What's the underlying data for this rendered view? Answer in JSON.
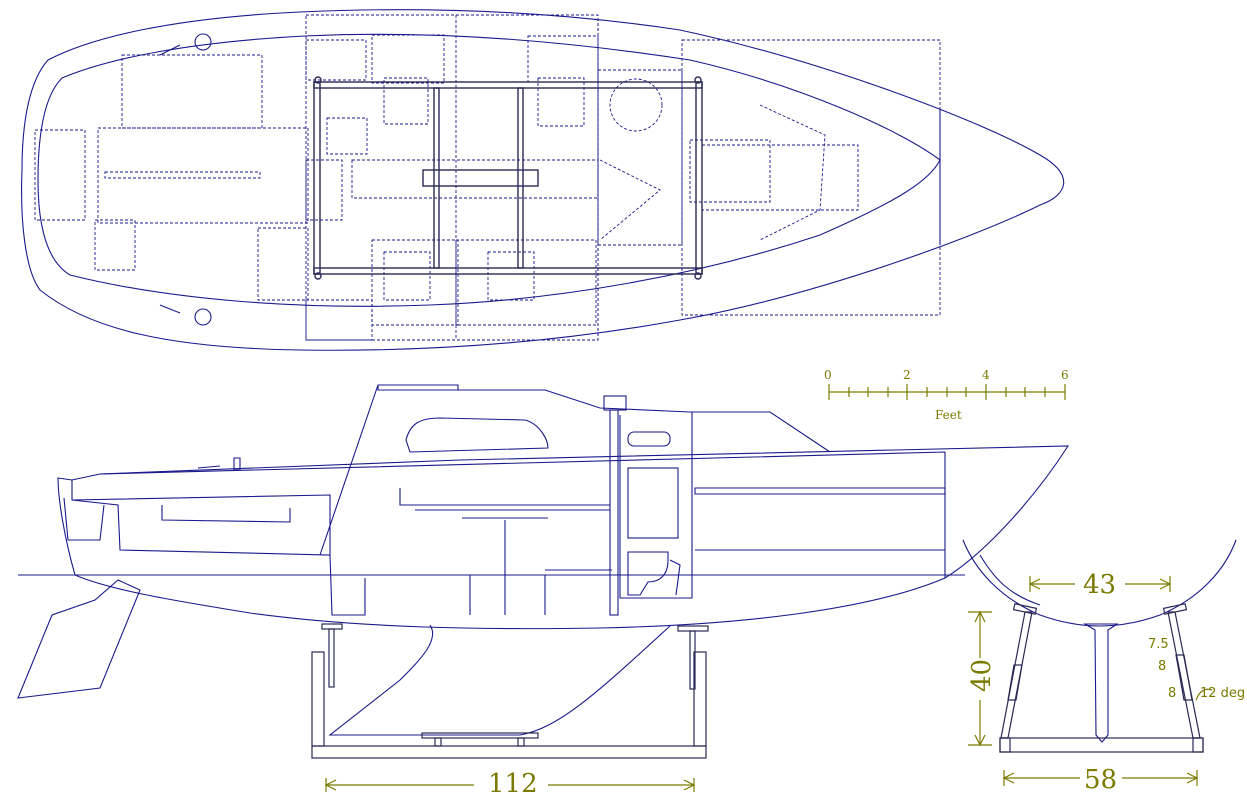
{
  "scale_bar": {
    "ticks": [
      "0",
      "2",
      "4",
      "6"
    ],
    "unit_label": "Feet"
  },
  "dimensions": {
    "cradle_length": "112",
    "hull_width_at_pads": "43",
    "support_height": "40",
    "base_width": "58"
  },
  "annotations": {
    "arm_a": "7.5",
    "arm_b": "8",
    "arm_c": "8",
    "angle": "12 deg"
  },
  "colors": {
    "drawing_lines": "#1a1a8c",
    "cradle_frame": "#2a2a55",
    "dimension_text": "#7a7a00"
  }
}
